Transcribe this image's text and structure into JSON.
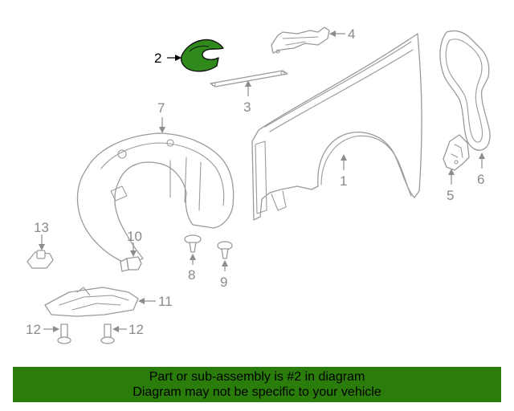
{
  "diagram": {
    "highlight_part": "2",
    "highlight_color": "#2f8a1b",
    "callouts": [
      {
        "id": "1",
        "label": "1"
      },
      {
        "id": "2",
        "label": "2"
      },
      {
        "id": "3",
        "label": "3"
      },
      {
        "id": "4",
        "label": "4"
      },
      {
        "id": "5",
        "label": "5"
      },
      {
        "id": "6",
        "label": "6"
      },
      {
        "id": "7",
        "label": "7"
      },
      {
        "id": "8",
        "label": "8"
      },
      {
        "id": "9",
        "label": "9"
      },
      {
        "id": "10",
        "label": "10"
      },
      {
        "id": "11",
        "label": "11"
      },
      {
        "id": "12a",
        "label": "12"
      },
      {
        "id": "12b",
        "label": "12"
      },
      {
        "id": "13",
        "label": "13"
      }
    ]
  },
  "banner": {
    "line1": "Part or sub-assembly is #2 in diagram",
    "line2": "Diagram may not be specific to your vehicle",
    "color": "#2b7d0b"
  }
}
